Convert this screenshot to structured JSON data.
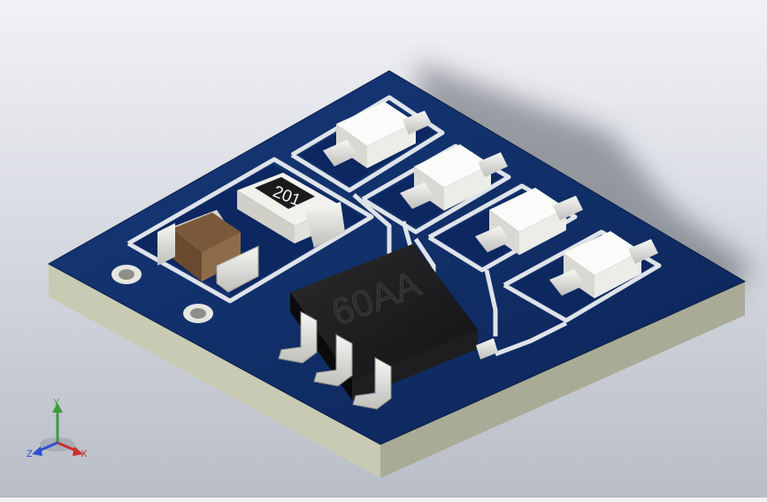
{
  "scene": {
    "board_color": "#0f2b63",
    "board_edge_color": "#c9cbb4",
    "trace_color": "#dfe3ea",
    "chip_color": "#1c1c1e"
  },
  "components": {
    "ic_marking": "60AA",
    "resistor_marking": "201"
  },
  "triad": {
    "x_label": "X",
    "y_label": "Y",
    "z_label": "Z"
  }
}
